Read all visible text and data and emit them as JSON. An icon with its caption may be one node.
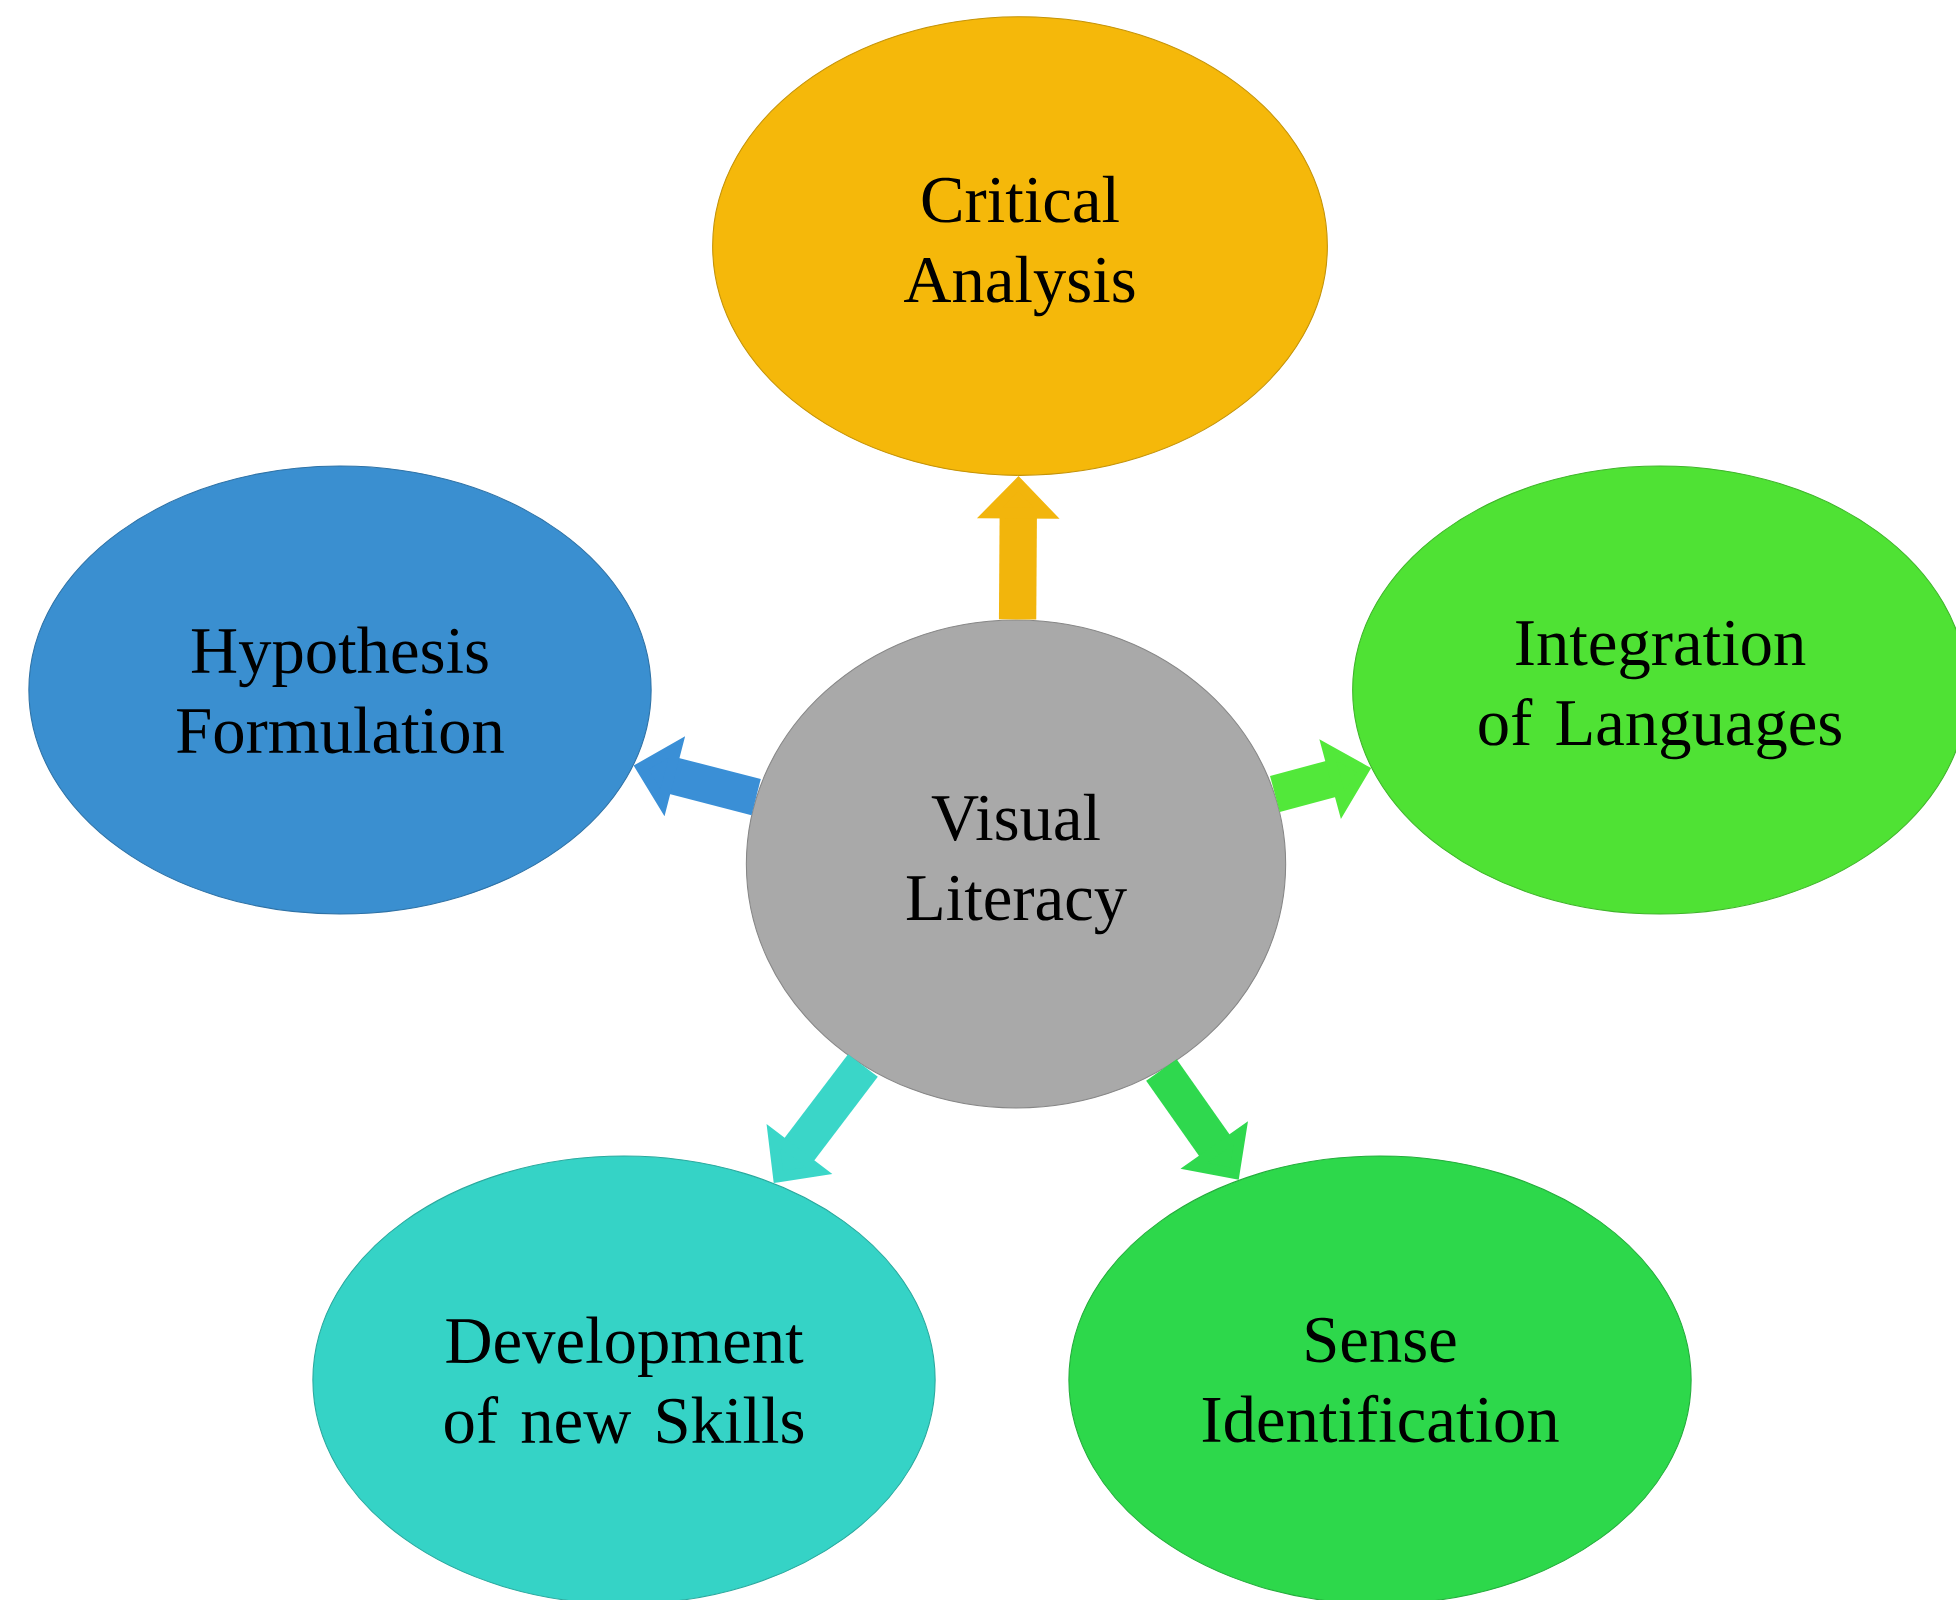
{
  "diagram": {
    "nodes": [
      {
        "text": [
          "Critical Analysis"
        ]
      },
      {
        "text": [
          "Hypothesis Formulation"
        ]
      },
      {
        "text": [
          "Integration of Languages"
        ]
      },
      {
        "text": [
          "Visual Literacy"
        ]
      },
      {
        "text": [
          "Development of new Skills"
        ]
      },
      {
        "text": [
          "Sense Identification"
        ]
      }
    ],
    "edges": [
      {
        "from": 3,
        "to": 0,
        "arrow": "to",
        "color": "#f2b50c"
      },
      {
        "from": 3,
        "to": 2,
        "arrow": "to",
        "color": "#52e83a"
      },
      {
        "from": 3,
        "to": 1,
        "arrow": "to",
        "color": "#3a8fd6"
      },
      {
        "from": 3,
        "to": 4,
        "arrow": "to",
        "color": "#3ad6c8"
      },
      {
        "from": 3,
        "to": 5,
        "arrow": "to",
        "color": "#2fd84e"
      }
    ]
  }
}
